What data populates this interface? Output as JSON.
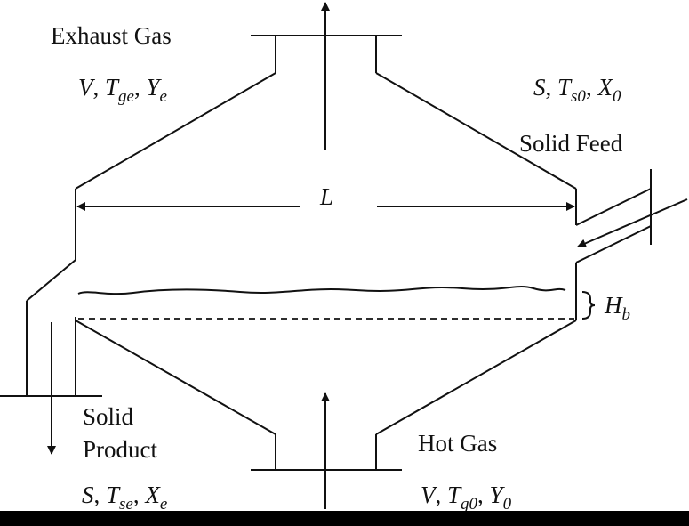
{
  "labels": {
    "exhaust_gas": "Exhaust Gas",
    "solid_feed": "Solid Feed",
    "hot_gas": "Hot Gas",
    "solid": "Solid",
    "product": "Product",
    "length": "L",
    "bed_height": "H",
    "bed_height_sub": "b"
  },
  "streams": {
    "exhaust": {
      "v": "V",
      "t": "T",
      "t_sub": "ge",
      "y": "Y",
      "y_sub": "e"
    },
    "feed": {
      "s": "S",
      "t": "T",
      "t_sub": "s0",
      "x": "X",
      "x_sub": "0"
    },
    "product": {
      "s": "S",
      "t": "T",
      "t_sub": "se",
      "x": "X",
      "x_sub": "e"
    },
    "hot_gas": {
      "v": "V",
      "t": "T",
      "t_sub": "g0",
      "y": "Y",
      "y_sub": "0"
    }
  },
  "colors": {
    "line": "#111111",
    "bottom_bar": "#000000"
  }
}
